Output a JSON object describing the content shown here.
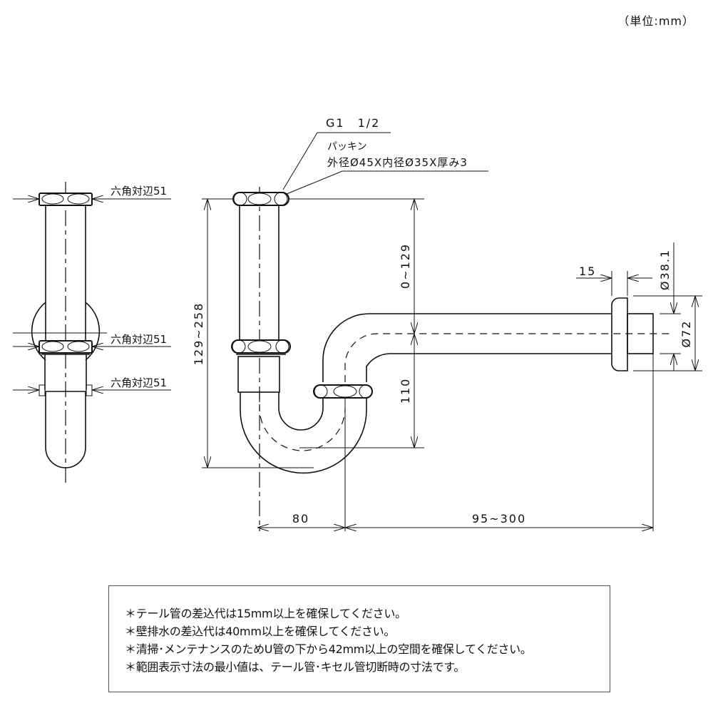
{
  "header": {
    "unit_label": "（単位:mm）"
  },
  "side_view": {
    "labels": {
      "hex_top": "六角対辺51",
      "hex_middle": "六角対辺51",
      "hex_bottom": "六角対辺51"
    }
  },
  "front_view": {
    "thread_label": "G1　1/2",
    "packing_title": "パッキン",
    "packing_spec": "外径Ø45X内径Ø35X厚み3",
    "dimensions": {
      "total_height": "129~258",
      "tail_range": "0~129",
      "trap_depth": "110",
      "trap_width": "80",
      "wall_distance": "95~300",
      "flange_thickness": "15",
      "pipe_diameter": "Ø38.1",
      "flange_diameter": "Ø72"
    }
  },
  "notes": [
    "＊テール管の差込代は15mm以上を確保してください。",
    "＊壁排水の差込代は40mm以上を確保してください。",
    "＊清掃･メンテナンスのためU管の下から42mm以上の空間を確保してください。",
    "＊範囲表示寸法の最小値は、テール管･キセル管切断時の寸法です。"
  ]
}
